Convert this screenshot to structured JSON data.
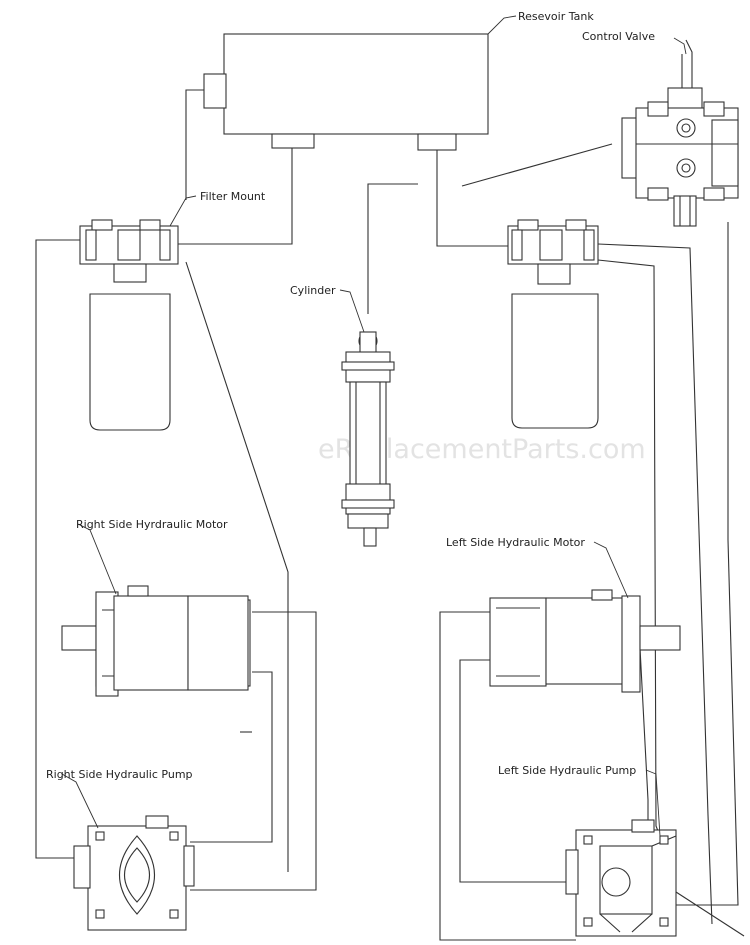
{
  "watermark": "eReplacementParts.com",
  "labels": {
    "reservoir_tank": "Resevoir Tank",
    "control_valve": "Control Valve",
    "filter_mount": "Filter Mount",
    "cylinder": "Cylinder",
    "right_motor": "Right Side Hyrdraulic Motor",
    "left_motor": "Left Side Hydraulic Motor",
    "right_pump": "Right Side Hydraulic Pump",
    "left_pump": "Left Side Hydraulic Pump"
  }
}
